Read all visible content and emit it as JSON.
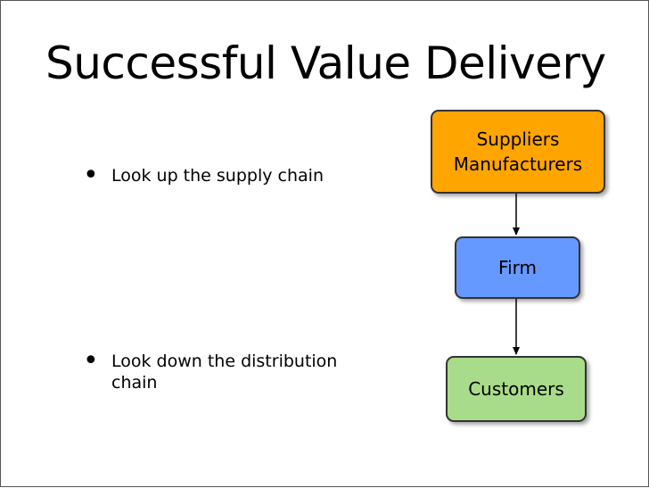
{
  "title": "Successful Value Delivery",
  "bullets": [
    {
      "text": "Look up the supply chain"
    },
    {
      "text": "Look down the distribution chain"
    }
  ],
  "diagram": {
    "nodes": [
      {
        "id": "suppliers",
        "lines": [
          "Suppliers",
          "Manufacturers"
        ],
        "color": "#FFA500"
      },
      {
        "id": "firm",
        "lines": [
          "Firm"
        ],
        "color": "#6699FF"
      },
      {
        "id": "customers",
        "lines": [
          "Customers"
        ],
        "color": "#A9DC8A"
      }
    ],
    "edges": [
      {
        "from": "suppliers",
        "to": "firm"
      },
      {
        "from": "firm",
        "to": "customers"
      }
    ]
  },
  "colors": {
    "background": "#FFFFFF",
    "text": "#000000",
    "node_border": "#333333"
  }
}
